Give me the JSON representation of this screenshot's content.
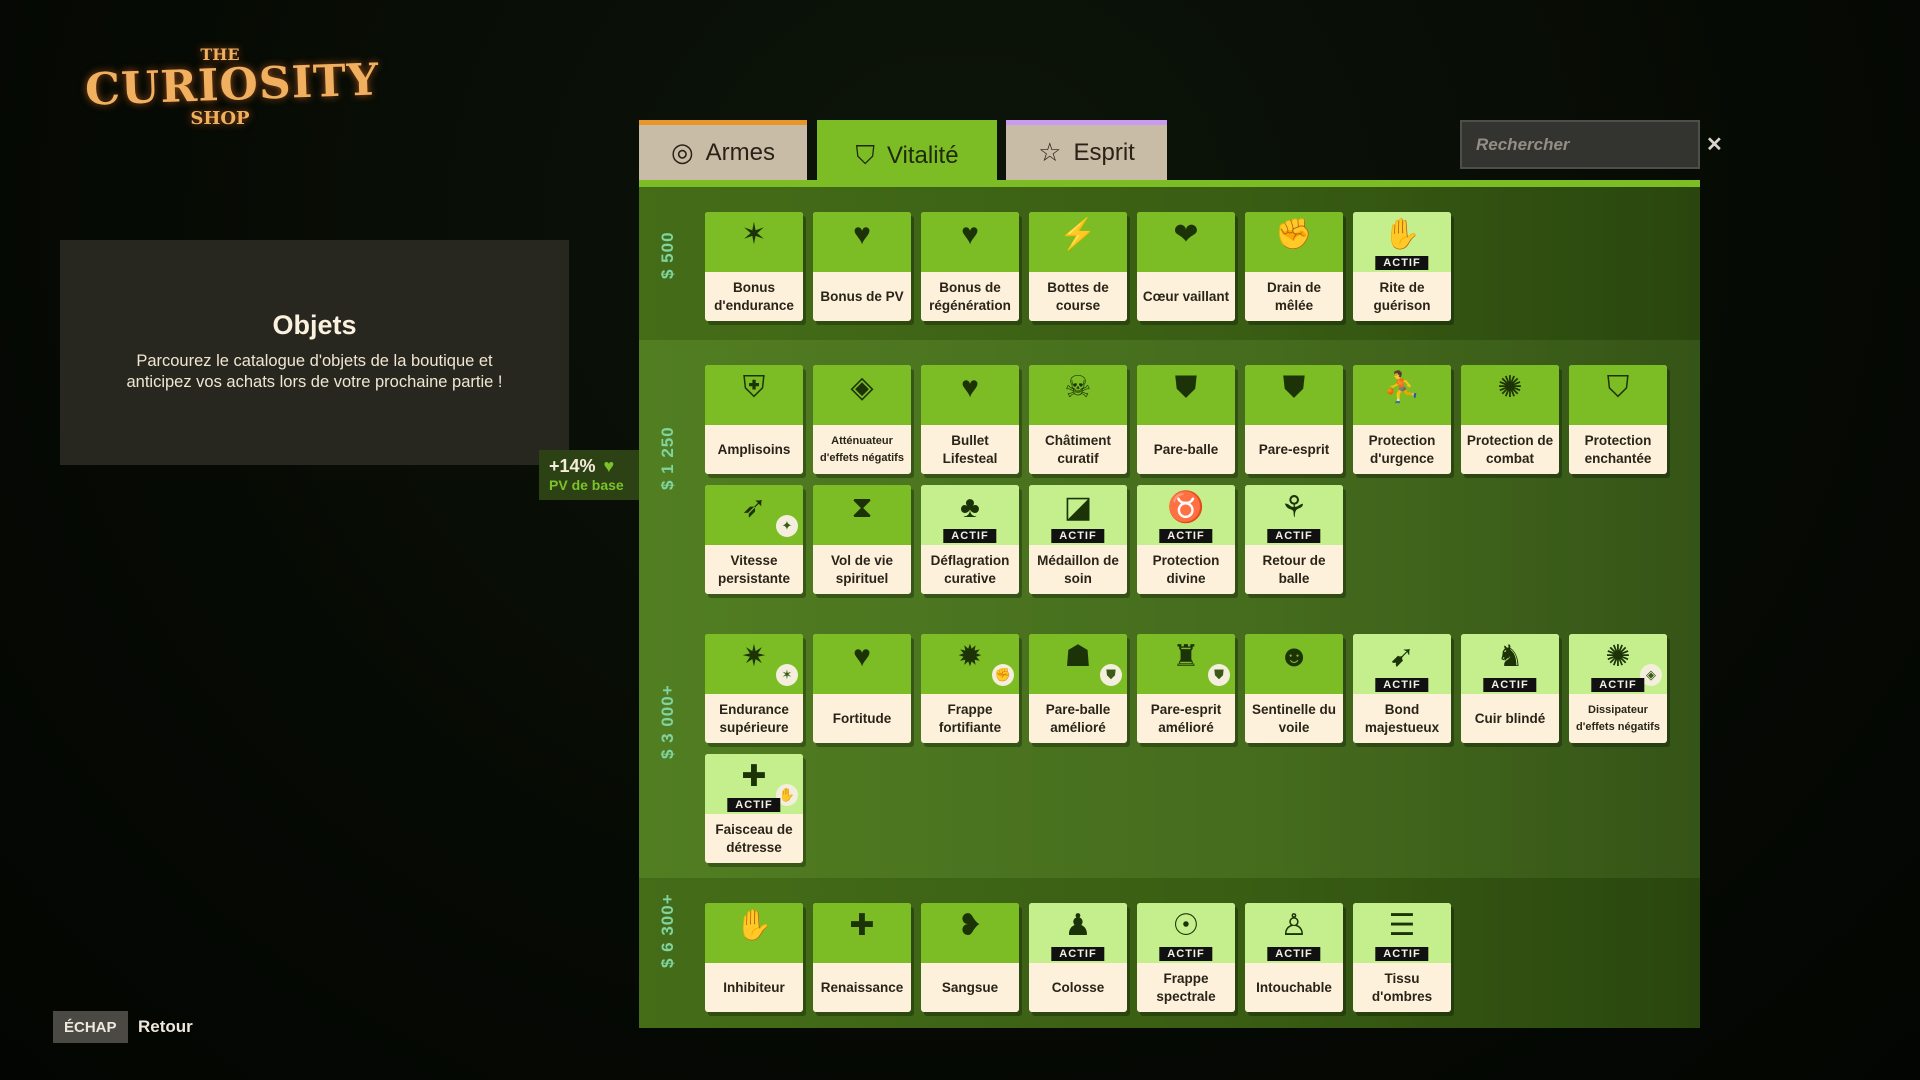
{
  "logo": {
    "the": "THE",
    "curiosity": "CURIOSITY",
    "shop": "SHOP"
  },
  "info": {
    "title": "Objets",
    "description": "Parcourez le catalogue d'objets de la boutique et anticipez vos achats lors de votre prochaine partie !"
  },
  "stat_badge": {
    "value": "+14%",
    "icon": "heart-icon",
    "label": "PV de base"
  },
  "tabs": [
    {
      "label": "Armes",
      "icon": "weapon-ring-icon",
      "accent": "#e8962a",
      "active": false
    },
    {
      "label": "Vitalité",
      "icon": "shield-heart-icon",
      "accent": "#7cbc24",
      "active": true
    },
    {
      "label": "Esprit",
      "icon": "star-icon",
      "accent": "#c99af0",
      "active": false
    }
  ],
  "search": {
    "placeholder": "Rechercher",
    "value": "",
    "clear": "✕"
  },
  "active_label": "ACTIF",
  "tiers": [
    {
      "price": "$ 500",
      "items": [
        {
          "name": "Bonus d'endurance",
          "icon": "✶"
        },
        {
          "name": "Bonus de PV",
          "icon": "♥"
        },
        {
          "name": "Bonus de régénération",
          "icon": "♥"
        },
        {
          "name": "Bottes de course",
          "icon": "⚡"
        },
        {
          "name": "Cœur vaillant",
          "icon": "❤"
        },
        {
          "name": "Drain de mêlée",
          "icon": "✊"
        },
        {
          "name": "Rite de guérison",
          "icon": "✋",
          "active": true
        }
      ]
    },
    {
      "price": "$ 1 250",
      "items": [
        {
          "name": "Amplisoins",
          "icon": "⛨"
        },
        {
          "name": "Atténuateur d'effets négatifs",
          "icon": "◈",
          "small": true
        },
        {
          "name": "Bullet Lifesteal",
          "icon": "♥"
        },
        {
          "name": "Châtiment curatif",
          "icon": "☠"
        },
        {
          "name": "Pare-balle",
          "icon": "⛊"
        },
        {
          "name": "Pare-esprit",
          "icon": "⛊"
        },
        {
          "name": "Protection d'urgence",
          "icon": "⛹"
        },
        {
          "name": "Protection de combat",
          "icon": "✺"
        },
        {
          "name": "Protection enchantée",
          "icon": "⛉"
        },
        {
          "name": "Vitesse persistante",
          "icon": "➶",
          "badge": "✦"
        },
        {
          "name": "Vol de vie spirituel",
          "icon": "⧗"
        },
        {
          "name": "Déflagration curative",
          "icon": "♣",
          "active": true
        },
        {
          "name": "Médaillon de soin",
          "icon": "◪",
          "active": true
        },
        {
          "name": "Protection divine",
          "icon": "♉",
          "active": true
        },
        {
          "name": "Retour de balle",
          "icon": "⚘",
          "active": true
        }
      ]
    },
    {
      "price": "$ 3 000+",
      "items": [
        {
          "name": "Endurance supérieure",
          "icon": "✷",
          "badge": "✶"
        },
        {
          "name": "Fortitude",
          "icon": "♥"
        },
        {
          "name": "Frappe fortifiante",
          "icon": "✹",
          "badge": "✊"
        },
        {
          "name": "Pare-balle amélioré",
          "icon": "☗",
          "badge": "⛊"
        },
        {
          "name": "Pare-esprit amélioré",
          "icon": "♜",
          "badge": "⛊"
        },
        {
          "name": "Sentinelle du voile",
          "icon": "☻"
        },
        {
          "name": "Bond majestueux",
          "icon": "➹",
          "active": true
        },
        {
          "name": "Cuir blindé",
          "icon": "♞",
          "active": true
        },
        {
          "name": "Dissipateur d'effets négatifs",
          "icon": "✺",
          "active": true,
          "badge": "◈",
          "small": true
        },
        {
          "name": "Faisceau de détresse",
          "icon": "✚",
          "active": true,
          "badge": "✋"
        }
      ]
    },
    {
      "price": "$ 6 300+",
      "items": [
        {
          "name": "Inhibiteur",
          "icon": "✋"
        },
        {
          "name": "Renaissance",
          "icon": "✚"
        },
        {
          "name": "Sangsue",
          "icon": "❥"
        },
        {
          "name": "Colosse",
          "icon": "♟",
          "active": true
        },
        {
          "name": "Frappe spectrale",
          "icon": "☉",
          "active": true
        },
        {
          "name": "Intouchable",
          "icon": "♙",
          "active": true
        },
        {
          "name": "Tissu d'ombres",
          "icon": "☰",
          "active": true
        }
      ]
    }
  ],
  "footer": {
    "key": "ÉCHAP",
    "action": "Retour"
  }
}
